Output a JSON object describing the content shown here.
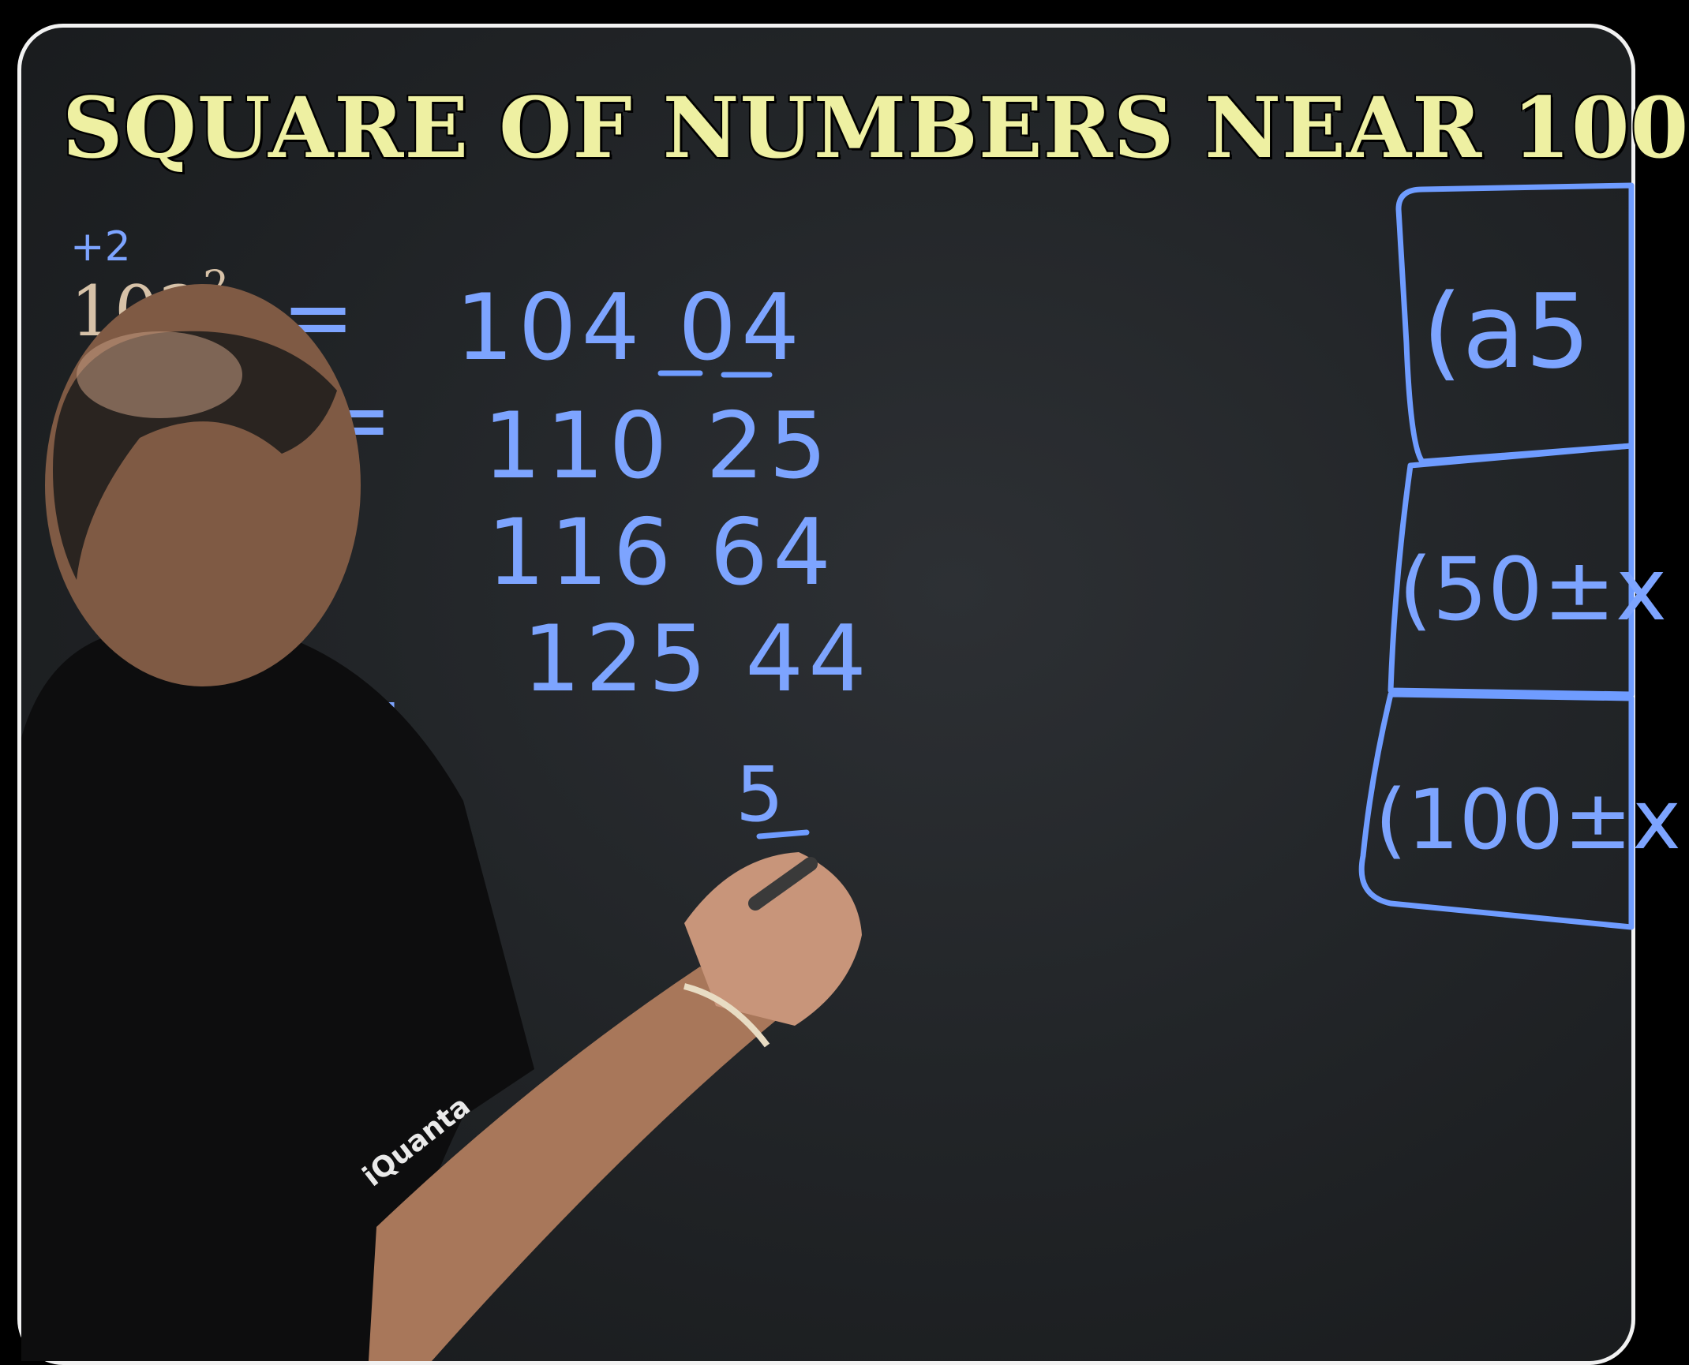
{
  "title": "SQUARE OF NUMBERS NEAR 100",
  "board": {
    "annotation_above": "+2",
    "base_number": "102",
    "exponent": "2",
    "rows": [
      {
        "equals": "=",
        "value": "104 04"
      },
      {
        "equals": "=",
        "value": "110 25"
      },
      {
        "equals": "",
        "value": "116 64"
      },
      {
        "equals": "=",
        "value": "125 44"
      },
      {
        "equals": "",
        "value": "5"
      }
    ]
  },
  "formula_boxes": [
    {
      "text": "(a5"
    },
    {
      "text": "(50±x"
    },
    {
      "text": "(100±x"
    }
  ],
  "shirt_logo": "iQuanta",
  "colors": {
    "title": "#eef0a2",
    "chalk_blue": "#6f9cff",
    "board": "#222528",
    "frame": "#f2f2f2"
  }
}
